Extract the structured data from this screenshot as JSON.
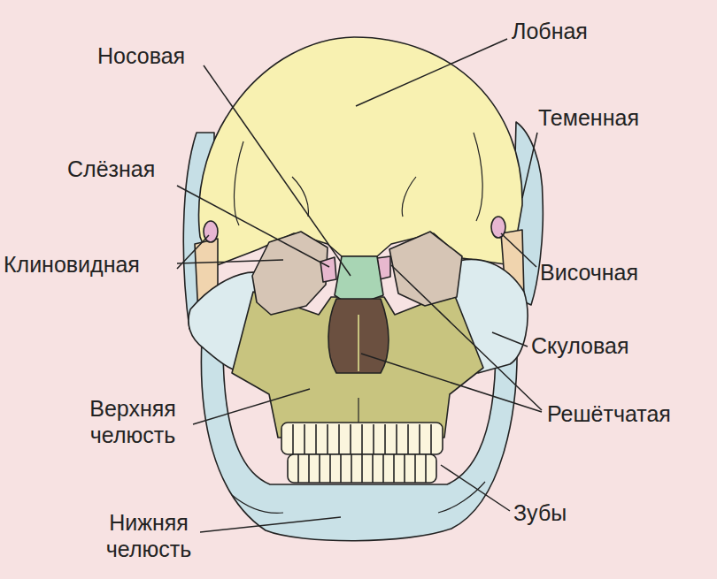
{
  "diagram": {
    "labels": [
      "Лобная",
      "Носовая",
      "Теменная",
      "Слёзная",
      "Клиновидная",
      "Височная",
      "Скуловая",
      "Верхняя челюсть",
      "Решётчатая",
      "Зубы",
      "Нижняя челюсть"
    ]
  }
}
